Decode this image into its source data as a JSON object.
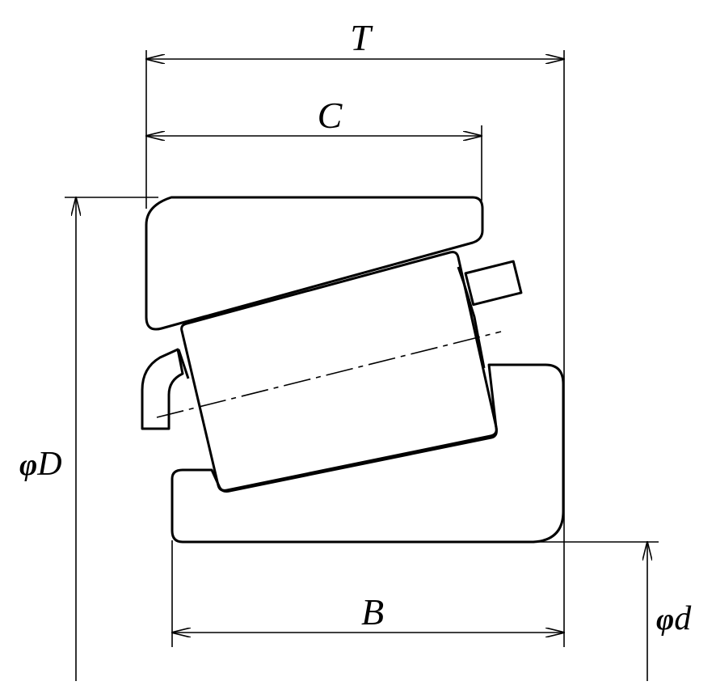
{
  "labels": {
    "total_width": "T",
    "cup_width": "C",
    "cone_width": "B",
    "phi": "φ",
    "outer_diameter": "D",
    "bore_diameter": "d"
  }
}
